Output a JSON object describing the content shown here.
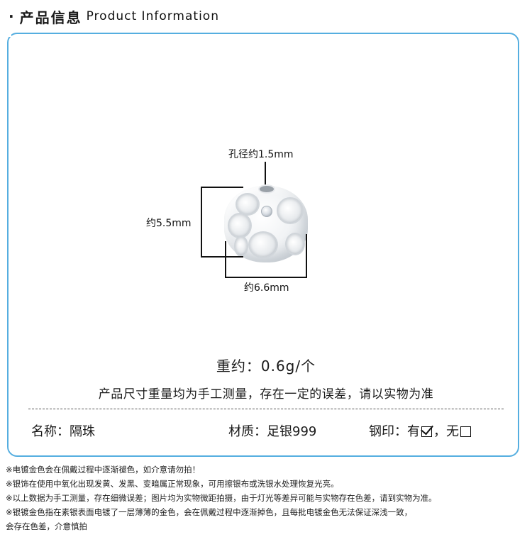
{
  "header": {
    "bullet": "·",
    "title_cn": "产品信息",
    "title_en": "Product Information"
  },
  "dimensions": {
    "hole": "孔径约1.5mm",
    "height": "约5.5mm",
    "width": "约6.6mm"
  },
  "weight": "重约：0.6g/个",
  "measure_note": "产品尺寸重量均为手工测量，存在一定的误差，请以实物为准",
  "attributes": {
    "name": "名称：隔珠",
    "material": "材质：足银999",
    "stamp_label": "钢印：有",
    "stamp_yes_checked": true,
    "stamp_separator": "，无",
    "stamp_no_checked": false
  },
  "disclaimers": [
    "※电镀金色会在佩戴过程中逐渐褪色，如介意请勿拍！",
    "※银饰在使用中氧化出现发黄、发黑、变暗属正常现象，可用擦银布或洗银水处理恢复光亮。",
    "※以上数据为手工测量，存在细微误差；图片均为实物微距拍摄，由于灯光等差异可能与实物存在色差，请到实物为准。",
    "※银镀金色指在素银表面电镀了一层薄薄的金色，会在佩戴过程中逐渐掉色，且每批电镀金色无法保证深浅一致，",
    "会存在色差，介意慎拍"
  ],
  "colors": {
    "frame_border": "#55aee0",
    "text": "#1a1a1a"
  }
}
